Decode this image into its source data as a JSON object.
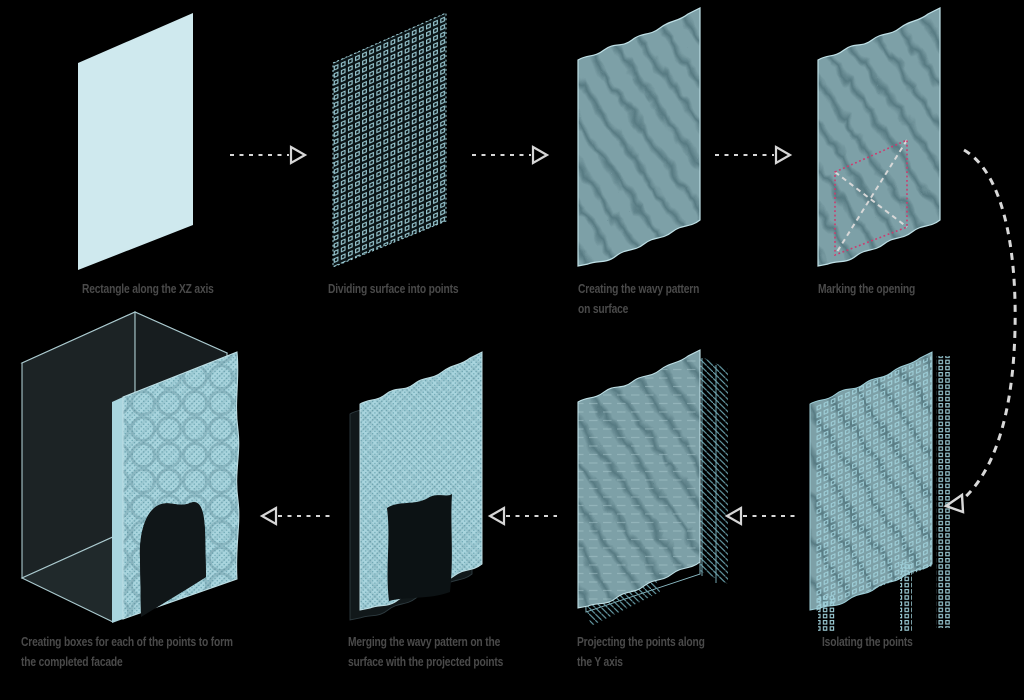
{
  "figure": {
    "type": "process-diagram",
    "background": "#000000",
    "rows": 2,
    "panels_per_row": 4
  },
  "steps": [
    {
      "id": 1,
      "label": "Rectangle along the XZ axis",
      "lines": [
        "Rectangle along the XZ axis"
      ],
      "graphic": "flat-rectangle-plane"
    },
    {
      "id": 2,
      "label": "Dividing surface into points",
      "lines": [
        "Dividing surface into points"
      ],
      "graphic": "point-grid-plane"
    },
    {
      "id": 3,
      "label": "Creating the wavy pattern on surface",
      "lines": [
        "Creating the wavy pattern",
        "on surface"
      ],
      "graphic": "wavy-surface"
    },
    {
      "id": 4,
      "label": "Marking the opening",
      "lines": [
        "Marking the opening"
      ],
      "graphic": "wavy-surface-with-marked-opening"
    },
    {
      "id": 5,
      "label": "Isolating the points",
      "lines": [
        "Isolating the points"
      ],
      "graphic": "wavy-surface-with-isolated-points"
    },
    {
      "id": 6,
      "label": "Projecting the points along the Y axis",
      "lines": [
        "Projecting the points along",
        "the Y axis"
      ],
      "graphic": "wavy-surface-with-projection-hatch"
    },
    {
      "id": 7,
      "label": "Merging the wavy pattern on the surface with the projected points",
      "lines": [
        "Merging the wavy pattern on the",
        "surface with the projected points"
      ],
      "graphic": "merged-pattern-facade-with-opening"
    },
    {
      "id": 8,
      "label": "Creating boxes for each of the points to form the completed facade",
      "lines": [
        "Creating boxes for each of the points to form",
        "the completed facade"
      ],
      "graphic": "completed-facade-on-box"
    }
  ],
  "arrows": [
    {
      "from": "step-1",
      "to": "step-2",
      "direction": "right",
      "style": "dashed-open-head"
    },
    {
      "from": "step-2",
      "to": "step-3",
      "direction": "right",
      "style": "dashed-open-head"
    },
    {
      "from": "step-3",
      "to": "step-4",
      "direction": "right",
      "style": "dashed-open-head"
    },
    {
      "from": "step-4",
      "to": "step-5",
      "direction": "curved-down",
      "style": "dashed-open-head"
    },
    {
      "from": "step-5",
      "to": "step-6",
      "direction": "left",
      "style": "dashed-open-head"
    },
    {
      "from": "step-6",
      "to": "step-7",
      "direction": "left",
      "style": "dashed-open-head"
    },
    {
      "from": "step-7",
      "to": "step-8",
      "direction": "left",
      "style": "dashed-open-head"
    }
  ],
  "colors": {
    "background": "#000000",
    "flat_plane": "#cfe9ee",
    "point_marker": "#9fd0da",
    "wavy_surface": "#7da0a7",
    "wavy_surface_shadow": "#577a82",
    "surface_outline": "#bfe0e6",
    "facade_light": "#a9d5de",
    "facade_texture": "#6fa8b4",
    "opening_marker_pink": "#cc3b6e",
    "opening_diagonals": "#d8d8d8",
    "opening_dark": "#0c1214",
    "arrow_gray": "#d6d6d6",
    "caption_text": "#4a4a4a",
    "box_interior": "#1c2325",
    "box_edge": "#aac9ce"
  }
}
